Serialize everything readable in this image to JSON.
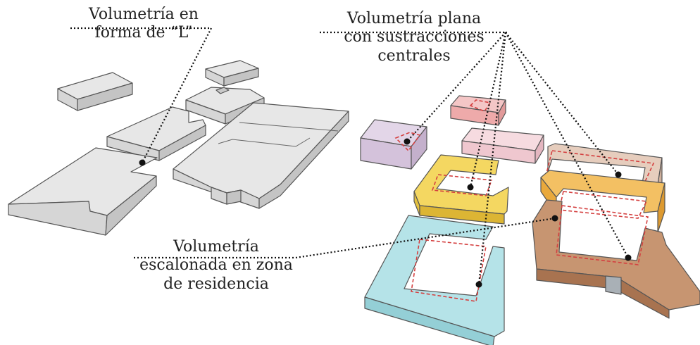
{
  "labels": {
    "l_shape": {
      "line1": "Volumetría en",
      "line2": "forma de “L”"
    },
    "plana": {
      "line1": "Volumetría plana",
      "line2": "con sustracciones",
      "line3": "centrales"
    },
    "escalonada": {
      "line1": "Volumetría",
      "line2": "escalonada en zona",
      "line3": "de residencia"
    }
  },
  "colors": {
    "gray_top": "#e7e7e7",
    "gray_side": "#c4c4c4",
    "purple": "#d9c9df",
    "red": "#f1b8b8",
    "pink": "#f2cfd6",
    "yellow": "#f2d25a",
    "orange": "#f0b24a",
    "brown": "#b9845e",
    "tan": "#d8b7a2",
    "cyan": "#a9dde3",
    "leader": "#111111",
    "dash": "#d44040"
  }
}
